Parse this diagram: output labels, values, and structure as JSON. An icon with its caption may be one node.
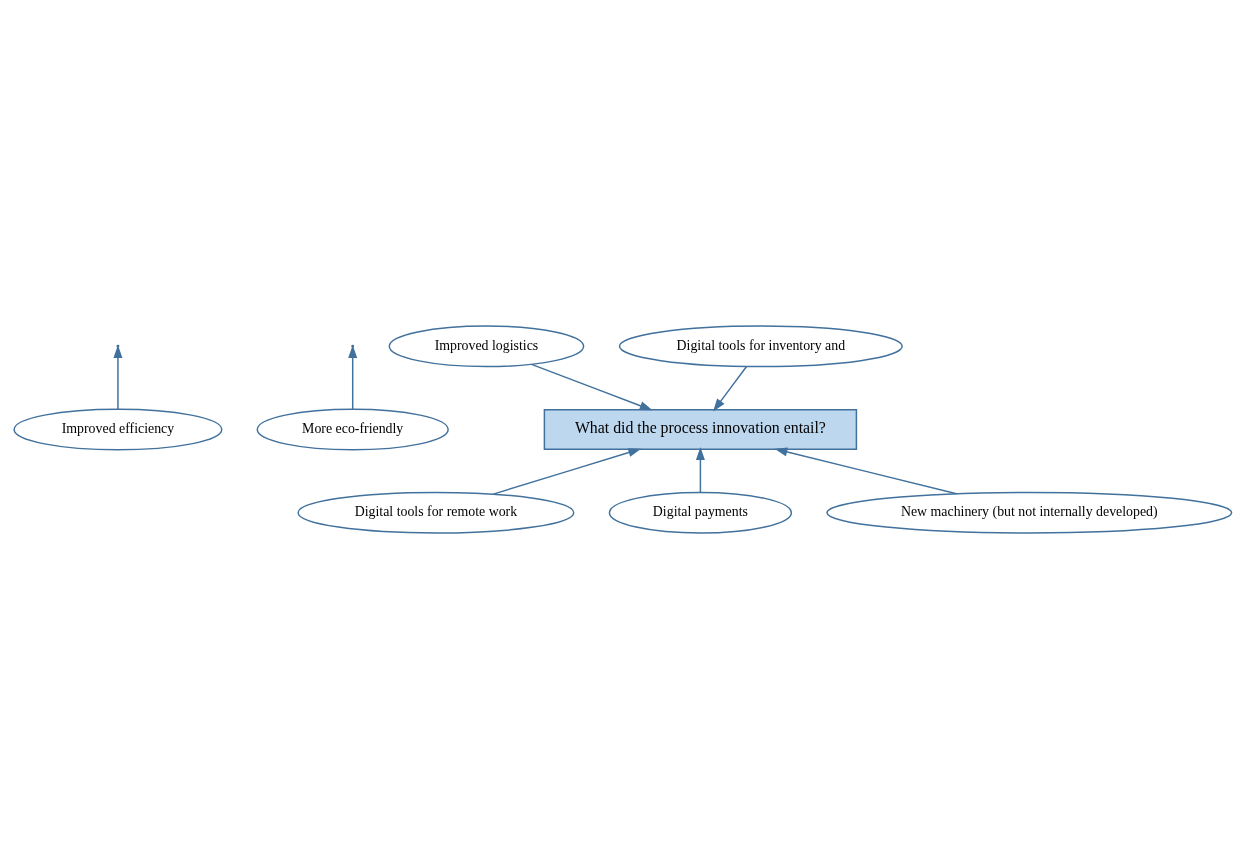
{
  "diagram": {
    "nodes": [
      {
        "text": [
          "Improved efficiency"
        ]
      },
      {
        "text": [
          "More eco-friendly"
        ]
      },
      {
        "text": [
          "Improved logistics"
        ]
      },
      {
        "text": [
          "Digital tools for inventory and"
        ]
      },
      {
        "text": [
          "What did the process innovation entail?"
        ]
      },
      {
        "text": [
          "Digital tools for remote work"
        ]
      },
      {
        "text": [
          "Digital payments"
        ]
      },
      {
        "text": [
          "New machinery (but not internally developed)"
        ]
      }
    ],
    "edges": [
      {
        "from": 0,
        "to": null,
        "arrow": "to"
      },
      {
        "from": 1,
        "to": null,
        "arrow": "to"
      },
      {
        "from": 2,
        "to": 4,
        "arrow": "to"
      },
      {
        "from": 3,
        "to": 4,
        "arrow": "to"
      },
      {
        "from": 5,
        "to": 4,
        "arrow": "to"
      },
      {
        "from": 6,
        "to": 4,
        "arrow": "to"
      },
      {
        "from": 7,
        "to": 4,
        "arrow": "to"
      }
    ]
  }
}
